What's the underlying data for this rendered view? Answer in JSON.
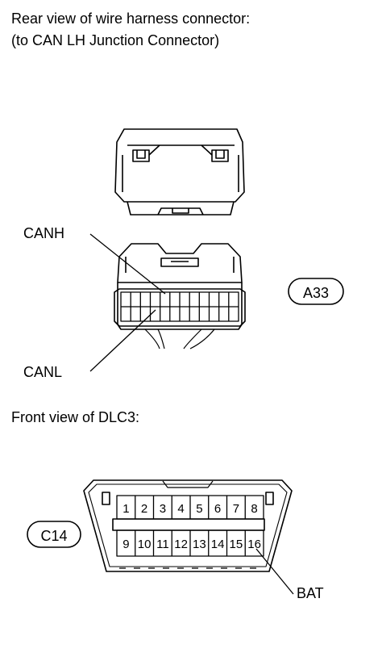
{
  "header": {
    "line1": "Rear view of wire harness connector:",
    "line2": "(to CAN LH Junction Connector)"
  },
  "labels": {
    "canh": "CANH",
    "canl": "CANL",
    "a33": "A33",
    "front_view": "Front view of DLC3:",
    "c14": "C14",
    "bat": "BAT"
  },
  "dlc3": {
    "top_pins": [
      "1",
      "2",
      "3",
      "4",
      "5",
      "6",
      "7",
      "8"
    ],
    "bottom_pins": [
      "9",
      "10",
      "11",
      "12",
      "13",
      "14",
      "15",
      "16"
    ]
  }
}
